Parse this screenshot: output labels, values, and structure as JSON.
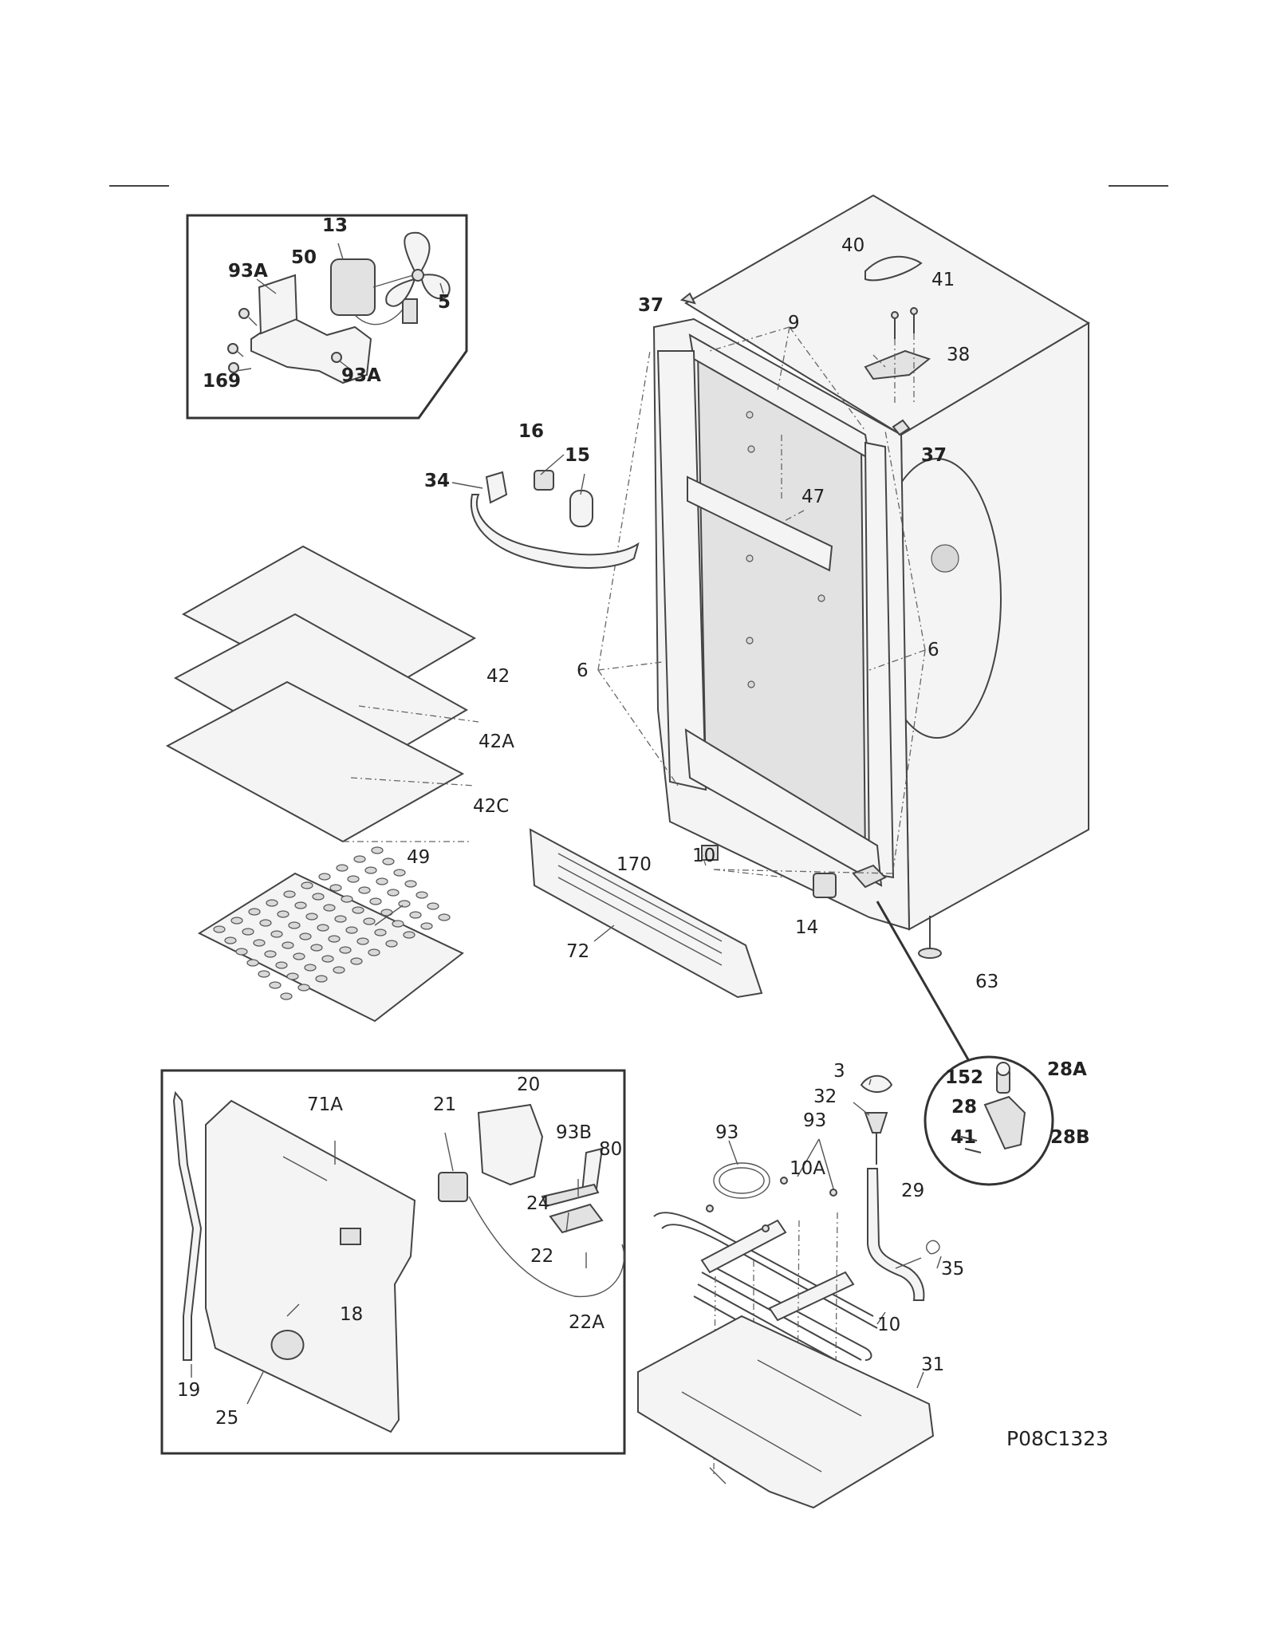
{
  "drawing_code": "P08C1323",
  "callouts": {
    "c13": "13",
    "c93a_top": "93A",
    "c50": "50",
    "c5": "5",
    "c169": "169",
    "c93a_bot": "93A",
    "c37_top": "37",
    "c37_right": "37",
    "c40": "40",
    "c41_top": "41",
    "c38": "38",
    "c9": "9",
    "c16": "16",
    "c15": "15",
    "c34": "34",
    "c47": "47",
    "c6_left": "6",
    "c6_right": "6",
    "c42": "42",
    "c42a": "42A",
    "c42c": "42C",
    "c49": "49",
    "c10_mid": "10",
    "c170": "170",
    "c72": "72",
    "c14": "14",
    "c63": "63",
    "c71a": "71A",
    "c21": "21",
    "c20": "20",
    "c93b": "93B",
    "c80": "80",
    "c24": "24",
    "c22": "22",
    "c22a": "22A",
    "c18": "18",
    "c19": "19",
    "c25": "25",
    "c3": "3",
    "c32": "32",
    "c93_a": "93",
    "c93_b": "93",
    "c10a": "10A",
    "c29": "29",
    "c35": "35",
    "c10_bot": "10",
    "c31": "31",
    "c152": "152",
    "c28a": "28A",
    "c28": "28",
    "c41_hinge": "41",
    "c28b": "28B"
  }
}
